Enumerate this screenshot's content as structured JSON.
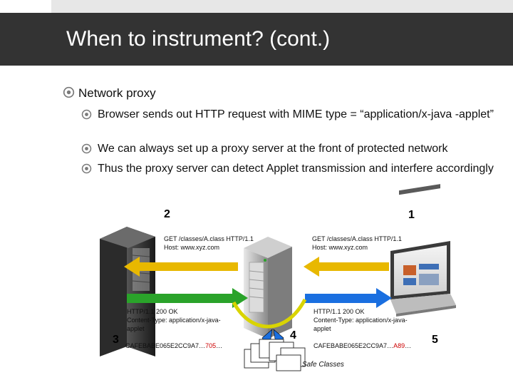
{
  "slide": {
    "title": "When to instrument? (cont.)",
    "bullets": [
      {
        "text": "Network proxy"
      },
      {
        "text": "Browser sends out HTTP request with MIME type = “application/x-java -applet”"
      },
      {
        "text": "We can always set up a proxy server at the front of protected network"
      },
      {
        "text": "Thus the proxy server can detect Applet transmission and interfere accordingly"
      }
    ]
  },
  "diagram": {
    "step_numbers": [
      "2",
      "1",
      "3",
      "4",
      "5"
    ],
    "request_left": [
      "GET /classes/A.class HTTP/1.1",
      "Host: www.xyz.com"
    ],
    "request_right": [
      "GET /classes/A.class HTTP/1.1",
      "Host: www.xyz.com"
    ],
    "response_left": [
      "HTTP/1.1 200 OK",
      "Content-Type: application/x-java-",
      "applet"
    ],
    "response_right": [
      "HTTP/1.1 200 OK",
      "Content-Type: application/x-java-",
      "applet"
    ],
    "payload_left": {
      "prefix": "CAFEBABE065E2CC9A7…",
      "highlight": "705",
      "suffix": "…"
    },
    "payload_right": {
      "prefix": "CAFEBABE065E2CC9A7…",
      "highlight": "A89",
      "suffix": "…"
    },
    "safe_classes_label": "Safe Classes"
  },
  "colors": {
    "title_bar": "#333333",
    "arrow_request": "#e8b800",
    "arrow_response": "#2aa32a",
    "arrow_response_right": "#1a6fe0",
    "highlight": "#cc0000"
  },
  "icons": [
    "target-bullet-icon",
    "server-icon",
    "proxy-server-icon",
    "laptop-icon",
    "document-stack-icon"
  ]
}
